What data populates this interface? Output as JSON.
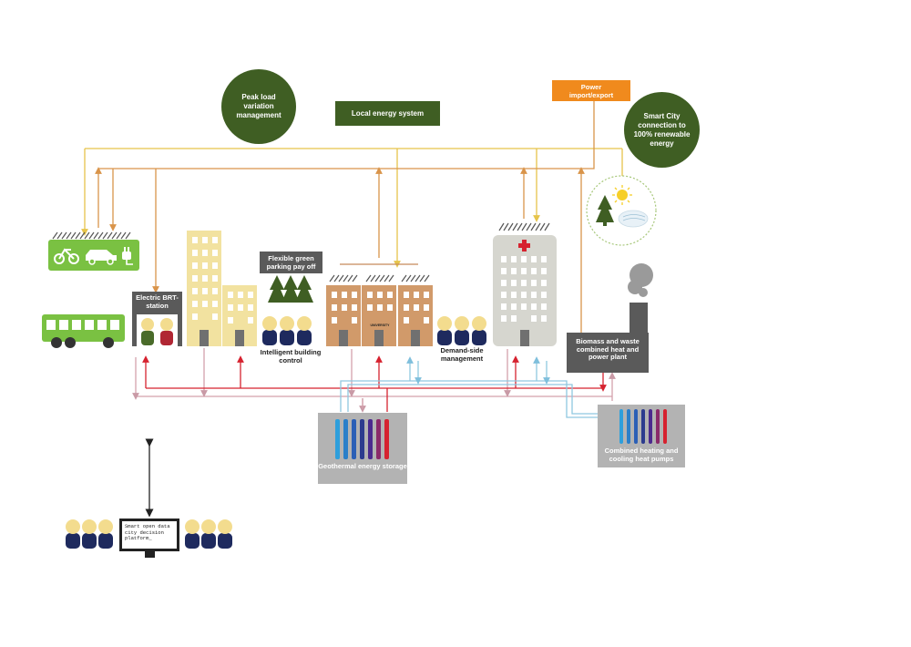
{
  "labels": {
    "peak_load": "Peak load variation management",
    "local_energy": "Local energy system",
    "power_import": "Power import/export",
    "smart_city": "Smart City connection to 100% renewable energy",
    "flexible_parking": "Flexible green parking pay off",
    "brt_station": "Electric BRT-station",
    "intelligent_building": "Intelligent building control",
    "demand_side": "Demand-side management",
    "university": "UNIVERSITY",
    "biomass": "Biomass and waste combined heat and power plant",
    "geothermal": "Geothermal energy storage",
    "heat_pumps": "Combined heating and cooling heat pumps",
    "platform": "Smart open data city decision platform_"
  },
  "colors": {
    "dark_green": "#3f5e23",
    "lime_green": "#7ac142",
    "orange": "#f08a1d",
    "yellow_line": "#e6c44a",
    "orange_line": "#d9944a",
    "red_line": "#d6222f",
    "pink_line": "#d4a0ac",
    "blue_line": "#8fc8e0",
    "tan_building": "#f2e2a0",
    "brown_building": "#d19a6a",
    "hospital_gray": "#d6d6cf",
    "plant_gray": "#5a5a5a",
    "storage_gray": "#b3b3b3"
  },
  "icons": [
    "bicycle-icon",
    "car-icon",
    "ev-plug-icon",
    "sun-icon",
    "tree-icon",
    "cloud-icon",
    "smoke-icon",
    "red-cross-icon"
  ]
}
